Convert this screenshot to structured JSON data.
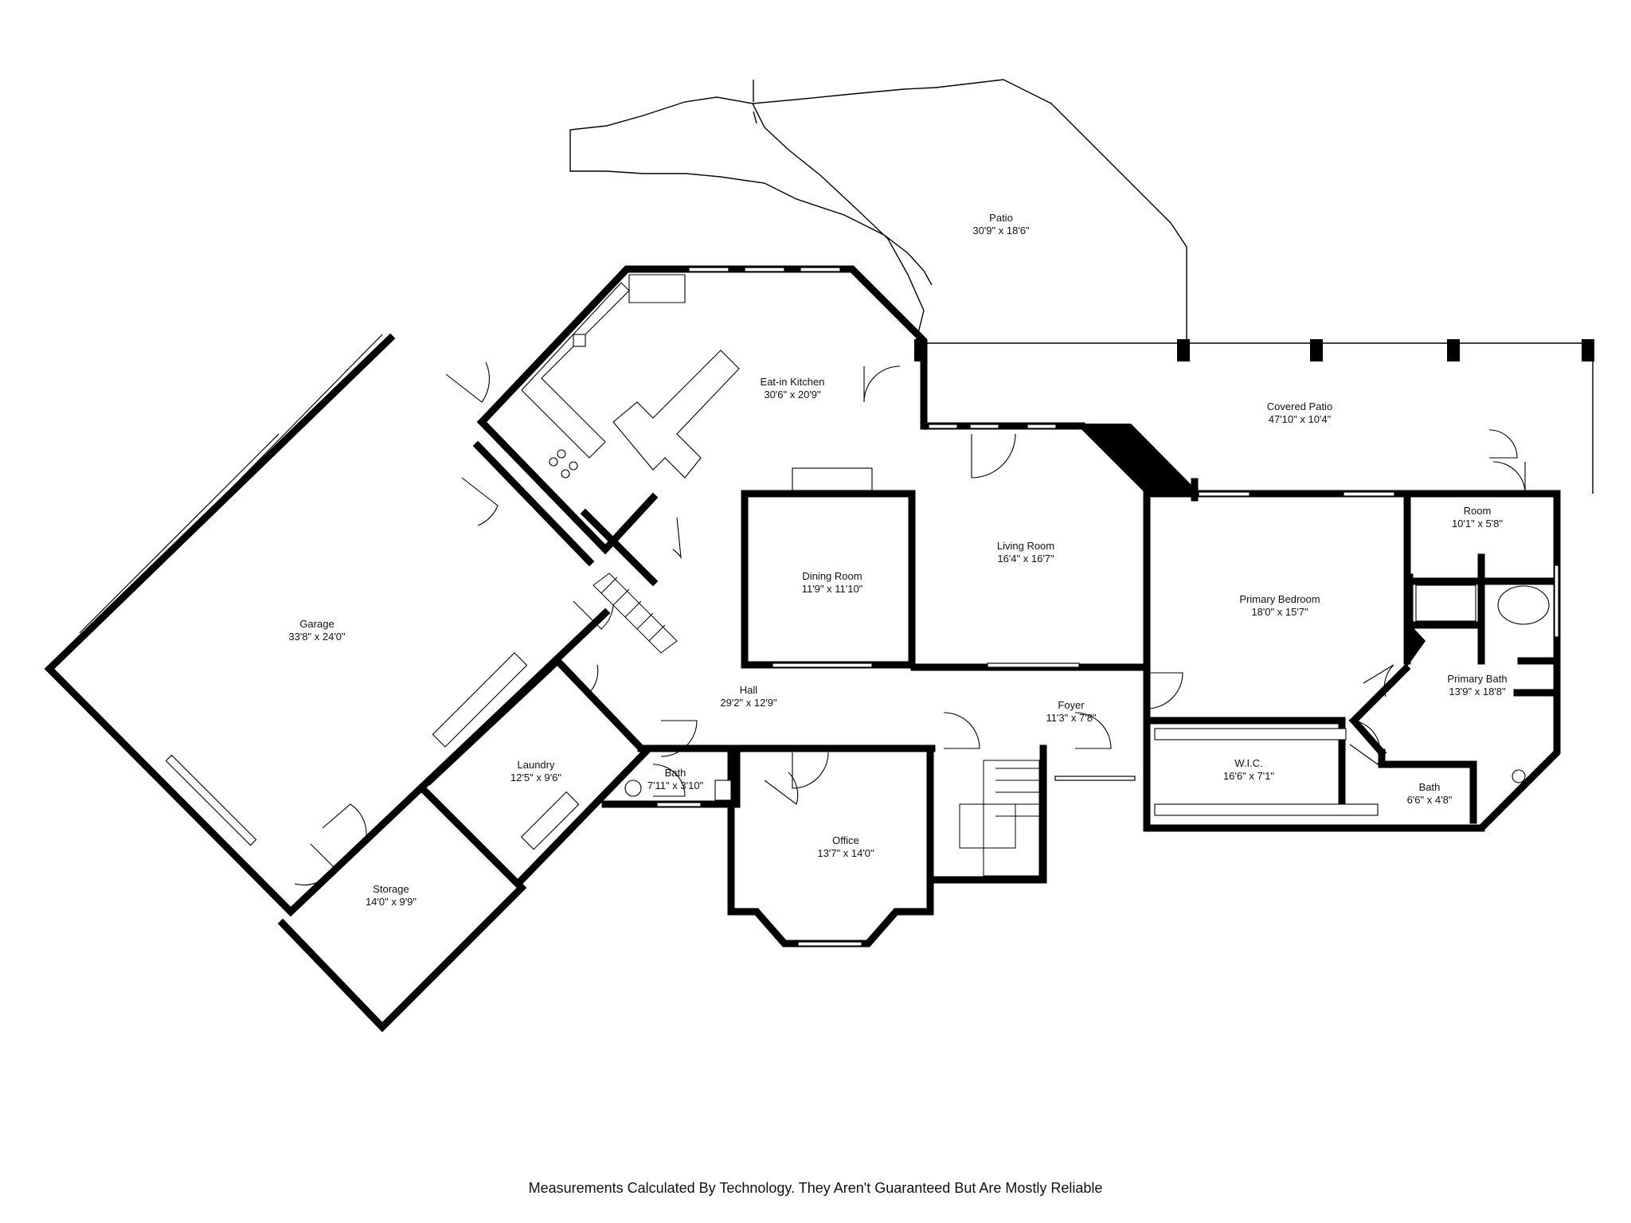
{
  "rooms": [
    {
      "id": "patio",
      "name": "Patio",
      "dims": "30'9\" x 18'6\""
    },
    {
      "id": "covered-patio",
      "name": "Covered Patio",
      "dims": "47'10\" x 10'4\""
    },
    {
      "id": "eat-in-kitchen",
      "name": "Eat-in Kitchen",
      "dims": "30'6\" x 20'9\""
    },
    {
      "id": "garage",
      "name": "Garage",
      "dims": "33'8\" x 24'0\""
    },
    {
      "id": "dining-room",
      "name": "Dining Room",
      "dims": "11'9\" x 11'10\""
    },
    {
      "id": "living-room",
      "name": "Living Room",
      "dims": "16'4\" x 16'7\""
    },
    {
      "id": "primary-bedroom",
      "name": "Primary Bedroom",
      "dims": "18'0\" x 15'7\""
    },
    {
      "id": "room",
      "name": "Room",
      "dims": "10'1\" x 5'8\""
    },
    {
      "id": "primary-bath",
      "name": "Primary Bath",
      "dims": "13'9\" x 18'8\""
    },
    {
      "id": "hall",
      "name": "Hall",
      "dims": "29'2\" x 12'9\""
    },
    {
      "id": "foyer",
      "name": "Foyer",
      "dims": "11'3\" x 7'8\""
    },
    {
      "id": "wic",
      "name": "W.I.C.",
      "dims": "16'6\" x 7'1\""
    },
    {
      "id": "laundry",
      "name": "Laundry",
      "dims": "12'5\" x 9'6\""
    },
    {
      "id": "bath-small",
      "name": "Bath",
      "dims": "7'11\" x 3'10\""
    },
    {
      "id": "office",
      "name": "Office",
      "dims": "13'7\" x 14'0\""
    },
    {
      "id": "bath-2",
      "name": "Bath",
      "dims": "6'6\" x 4'8\""
    },
    {
      "id": "storage",
      "name": "Storage",
      "dims": "14'0\" x 9'9\""
    }
  ],
  "disclaimer": "Measurements Calculated By Technology. They Aren't Guaranteed But Are Mostly Reliable"
}
